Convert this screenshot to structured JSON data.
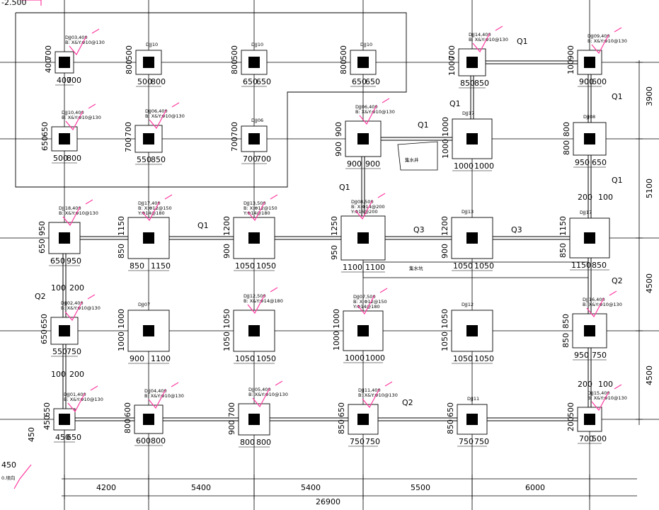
{
  "elevation_label": "-2.500",
  "bottom_dims": {
    "spans": [
      "4200",
      "5400",
      "5400",
      "5500",
      "6000"
    ],
    "total": "26900"
  },
  "right_dims": [
    "3900",
    "5100",
    "4500",
    "4500"
  ],
  "corner_notes": {
    "dim": "450",
    "dim2": "450",
    "text": "0.坝向"
  },
  "annotations": {
    "tank1": "集水井",
    "tank2": "集水坑"
  },
  "walls": {
    "q1_a": "Q1",
    "q1_b": "Q1",
    "q1_c": "Q1",
    "q1_d": "Q1",
    "q1_e": "Q1",
    "q1_f": "Q1",
    "q1_g": "Q1",
    "q2_a": "Q2",
    "q2_b": "Q2",
    "q2_c": "Q2",
    "q3_a": "Q3",
    "q3_b": "Q3"
  },
  "footings": [
    {
      "id": "f_r1_1",
      "tag": [
        "DJJ03,400",
        "B: X&Y:Φ10@130"
      ],
      "dh": [
        "400",
        "700"
      ],
      "dv": [
        "700",
        "400"
      ]
    },
    {
      "id": "f_r1_2",
      "tag": [
        "DJJ10"
      ],
      "dh": [
        "500",
        "800"
      ],
      "dv": [
        "500",
        "800"
      ]
    },
    {
      "id": "f_r1_3",
      "tag": [
        "DJJ10"
      ],
      "dh": [
        "650",
        "650"
      ],
      "dv": [
        "500",
        "800"
      ]
    },
    {
      "id": "f_r1_4",
      "tag": [
        "DJJ10"
      ],
      "dh": [
        "650",
        "650"
      ],
      "dv": [
        "500",
        "800"
      ]
    },
    {
      "id": "f_r1_5",
      "tag": [
        "DJJ14,400",
        "B: X&Y:Φ10@130"
      ],
      "dh": [
        "850",
        "850"
      ],
      "dv": [
        "700",
        "1000"
      ]
    },
    {
      "id": "f_r1_6",
      "tag": [
        "DJJ09,400",
        "B: X&Y:Φ10@130"
      ],
      "dh": [
        "900",
        "600"
      ],
      "dv": [
        "900",
        "100"
      ]
    },
    {
      "id": "f_r2_1",
      "tag": [
        "DJJ10,400",
        "B: X&Y:Φ10@130"
      ],
      "dh": [
        "500",
        "800"
      ],
      "dv": [
        "650",
        "650"
      ]
    },
    {
      "id": "f_r2_2",
      "tag": [
        "DJJ06,400",
        "B: X&Y:Φ10@130"
      ],
      "dh": [
        "550",
        "850"
      ],
      "dv": [
        "700",
        "700"
      ]
    },
    {
      "id": "f_r2_3",
      "tag": [
        "DJJ06"
      ],
      "dh": [
        "700",
        "700"
      ],
      "dv": [
        "700",
        "700"
      ]
    },
    {
      "id": "f_r2_4",
      "tag": [
        "DJJ06,400",
        "B: X&Y:Φ10@130"
      ],
      "dh": [
        "900",
        "900"
      ],
      "dv": [
        "900",
        "900"
      ]
    },
    {
      "id": "f_r2_5",
      "tag": [
        "DJJ17"
      ],
      "dh": [
        "1000",
        "1000"
      ],
      "dv": [
        "1000",
        "1000"
      ]
    },
    {
      "id": "f_r2_6",
      "tag": [
        "DJJ08"
      ],
      "dh": [
        "950",
        "650"
      ],
      "dv": [
        "800",
        "800"
      ]
    },
    {
      "id": "f_r3_1",
      "tag": [
        "DJJ18,400",
        "B: X&Y:Φ10@130"
      ],
      "dh": [
        "650",
        "950"
      ],
      "dv": [
        "950",
        "650"
      ]
    },
    {
      "id": "f_r3_2",
      "tag": [
        "DJJ17,400",
        "B: X:Φ12@150",
        "Y:Φ14@180"
      ],
      "dh": [
        "850",
        "1150"
      ],
      "dv": [
        "1150",
        "850"
      ]
    },
    {
      "id": "f_r3_3",
      "tag": [
        "DJJ13,500",
        "B: X:Φ12@150",
        "Y:Φ14@180"
      ],
      "dh": [
        "1050",
        "1050"
      ],
      "dv": [
        "1200",
        "900"
      ]
    },
    {
      "id": "f_r3_4",
      "tag": [
        "DJJ08,500",
        "B: X:Φ14@200",
        "Y:Φ16@200"
      ],
      "dh": [
        "1100",
        "1100"
      ],
      "dv": [
        "1250",
        "950"
      ]
    },
    {
      "id": "f_r3_5",
      "tag": [
        "DJJ13"
      ],
      "dh": [
        "1050",
        "1050"
      ],
      "dv": [
        "1200",
        "900"
      ]
    },
    {
      "id": "f_r3_6",
      "tag": [
        "DJJ17"
      ],
      "dh": [
        "1150",
        "850"
      ],
      "dv": [
        "1150",
        "850"
      ]
    },
    {
      "id": "f_r4_1",
      "tag": [
        "DJJ02,400",
        "B: X&Y:Φ10@130"
      ],
      "dh": [
        "550",
        "750"
      ],
      "dv": [
        "650",
        "650"
      ]
    },
    {
      "id": "f_r4_2",
      "tag": [
        "DJJ07"
      ],
      "dh": [
        "900",
        "1100"
      ],
      "dv": [
        "1000",
        "1000"
      ]
    },
    {
      "id": "f_r4_3",
      "tag": [
        "DJJ12,500",
        "B: X&Y:Φ14@180"
      ],
      "dh": [
        "1050",
        "1050"
      ],
      "dv": [
        "1050",
        "1050"
      ]
    },
    {
      "id": "f_r4_4",
      "tag": [
        "DJJ07,500",
        "B: X:Φ12@150",
        "Y:Φ14@180"
      ],
      "dh": [
        "1000",
        "1000"
      ],
      "dv": [
        "1000",
        "1000"
      ]
    },
    {
      "id": "f_r4_5",
      "tag": [
        "DJJ12"
      ],
      "dh": [
        "1050",
        "1050"
      ],
      "dv": [
        "1050",
        "1050"
      ]
    },
    {
      "id": "f_r4_6",
      "tag": [
        "DJJ16,400",
        "B: X&Y:Φ10@130"
      ],
      "dh": [
        "950",
        "750"
      ],
      "dv": [
        "850",
        "850"
      ]
    },
    {
      "id": "f_r5_1",
      "tag": [
        "DJJ01,400",
        "B: X&Y:Φ10@130"
      ],
      "dh": [
        "450",
        "650"
      ],
      "dv": [
        "650",
        "450"
      ]
    },
    {
      "id": "f_r5_2",
      "tag": [
        "DJJ04,400",
        "B: X&Y:Φ10@130"
      ],
      "dh": [
        "600",
        "800"
      ],
      "dv": [
        "600",
        "800"
      ]
    },
    {
      "id": "f_r5_3",
      "tag": [
        "DJJ05,400",
        "B: X&Y:Φ10@130"
      ],
      "dh": [
        "800",
        "800"
      ],
      "dv": [
        "700",
        "900"
      ]
    },
    {
      "id": "f_r5_4",
      "tag": [
        "DJJ11,400",
        "B: X&Y:Φ10@130"
      ],
      "dh": [
        "750",
        "750"
      ],
      "dv": [
        "650",
        "850"
      ]
    },
    {
      "id": "f_r5_5",
      "tag": [
        "DJJ11"
      ],
      "dh": [
        "750",
        "750"
      ],
      "dv": [
        "650",
        "850"
      ]
    },
    {
      "id": "f_r5_6",
      "tag": [
        "DJJ15,400",
        "B: X&Y:Φ10@130"
      ],
      "dh": [
        "700",
        "500"
      ],
      "dv": [
        "500",
        "200"
      ]
    }
  ],
  "extra_dims": {
    "wall_offsets": [
      "100",
      "200",
      "100",
      "200",
      "200",
      "100",
      "200",
      "100",
      "100",
      "200",
      "100",
      "200"
    ]
  }
}
